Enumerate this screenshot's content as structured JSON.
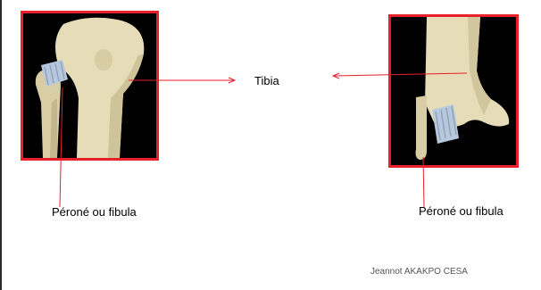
{
  "labels": {
    "tibia": "Tibia",
    "fibula_left": "Péroné ou fibula",
    "fibula_right": "Péroné ou fibula"
  },
  "footer": {
    "credit": "Jeannot AKAKPO CESA"
  },
  "colors": {
    "frame": "#e8202a",
    "bone": "#e6dcb8",
    "ligament": "#b8c8dc"
  }
}
